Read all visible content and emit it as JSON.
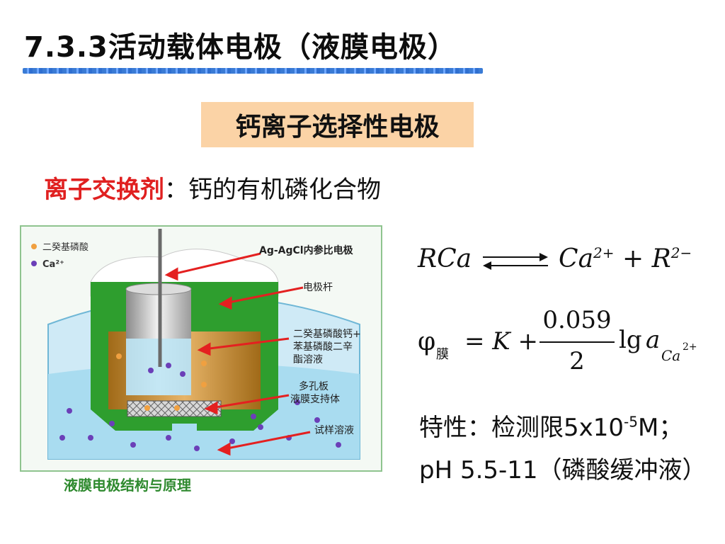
{
  "title": "7.3.3活动载体电极（液膜电极）",
  "subtitle": "钙离子选择性电极",
  "exchanger": {
    "label": "离子交换剂",
    "sep": "：",
    "value": "钙的有机磷化合物"
  },
  "diagram": {
    "legend": [
      "二癸基磷酸",
      "Ca²⁺"
    ],
    "labels": {
      "ref": "Ag-AgCl内参比电极",
      "rod": "电极杆",
      "sol1": "二癸基磷酸钙+",
      "sol2": "苯基磷酸二辛",
      "sol3": "酯溶液",
      "plate1": "多孔板",
      "plate2": "液膜支持体",
      "sample": "试样溶液"
    },
    "caption": "液膜电极结构与原理"
  },
  "equation1": {
    "left": "RCa",
    "right1": "Ca",
    "right1_sup": "2+",
    "plus": "+",
    "right2": "R",
    "right2_sup": "2−"
  },
  "equation2": {
    "phi": "φ",
    "phi_sub": "膜",
    "eq": "= K +",
    "num": "0.059",
    "den": "2",
    "lg": "lg",
    "a": "a",
    "sub": "Ca",
    "subsup": "2+"
  },
  "property": {
    "label": "特性：检测限5x10",
    "exp": "-5",
    "unit": "M；",
    "ph": "pH 5.5-11（磷酸缓冲液）"
  },
  "colors": {
    "accent_red": "#e02020",
    "subtitle_bg": "#fbd3a6",
    "electrode_green": "#2e9e2e",
    "solution_blue": "#9fd7ee"
  }
}
